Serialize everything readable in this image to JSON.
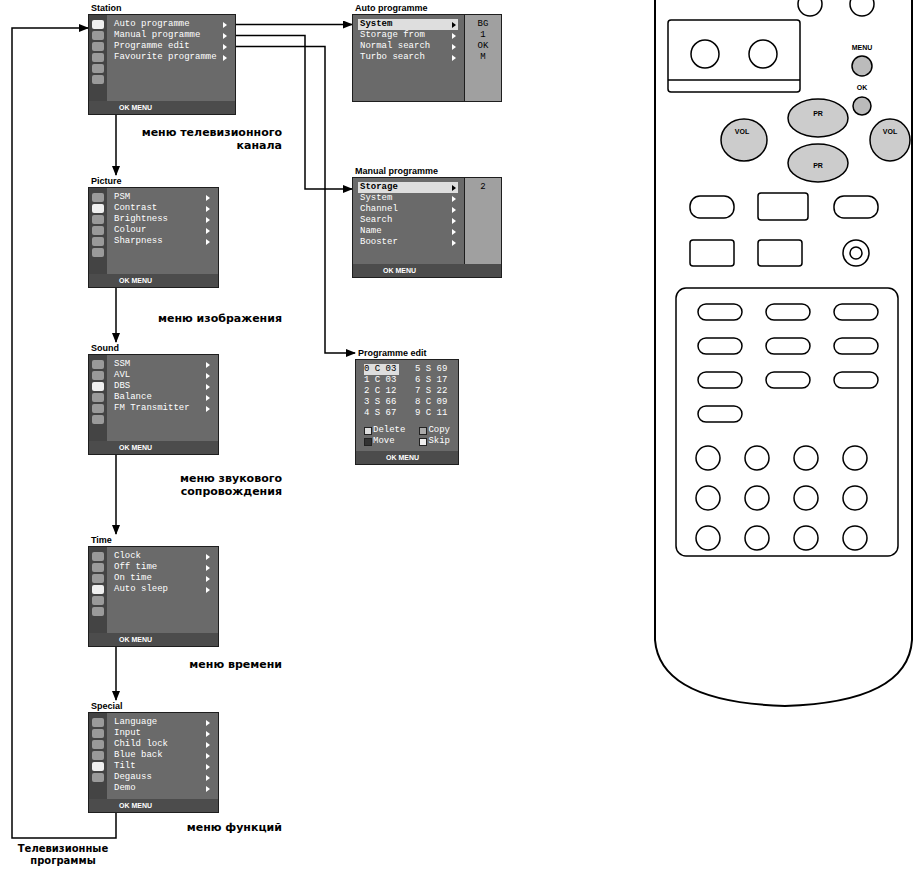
{
  "diagram": {
    "nodes": [
      {
        "text": [
          "Station",
          "Auto programme",
          "Manual programme",
          "Programme edit",
          "Favourite programme",
          "OK MENU"
        ]
      },
      {
        "text": [
          "Picture",
          "PSM",
          "Contrast",
          "Brightness",
          "Colour",
          "Sharpness",
          "OK MENU"
        ]
      },
      {
        "text": [
          "Sound",
          "SSM",
          "AVL",
          "DBS",
          "Balance",
          "FM Transmitter",
          "OK MENU"
        ]
      },
      {
        "text": [
          "Time",
          "Clock",
          "Off time",
          "On time",
          "Auto sleep",
          "OK MENU"
        ]
      },
      {
        "text": [
          "Special",
          "Language",
          "Input",
          "Child lock",
          "Blue back",
          "Tilt",
          "Degauss",
          "Demo",
          "OK MENU"
        ]
      },
      {
        "text": [
          "Auto programme",
          "System",
          "Storage from",
          "Normal search",
          "Turbo search",
          "BG",
          "1",
          "OK",
          "M"
        ]
      },
      {
        "text": [
          "Manual programme",
          "Storage",
          "System",
          "Channel",
          "Search",
          "Name",
          "Booster",
          "2",
          "OK MENU"
        ]
      },
      {
        "text": [
          "Programme edit",
          "0 C 03",
          "5 S 69",
          "1 C 03",
          "6 S 17",
          "2 C 12",
          "7 S 22",
          "3 S 66",
          "8 C 09",
          "4 S 67",
          "9 C 11",
          "Delete",
          "Copy",
          "Move",
          "Skip",
          "OK MENU"
        ]
      }
    ],
    "edges": [
      {
        "from": 0,
        "to": 1,
        "arrow": "to"
      },
      {
        "from": 1,
        "to": 2,
        "arrow": "to"
      },
      {
        "from": 2,
        "to": 3,
        "arrow": "to"
      },
      {
        "from": 3,
        "to": 4,
        "arrow": "to"
      },
      {
        "from": 4,
        "to": 0,
        "arrow": "to"
      },
      {
        "from": 0,
        "to": 5,
        "arrow": "to"
      },
      {
        "from": 0,
        "to": 6,
        "arrow": "to"
      },
      {
        "from": 0,
        "to": 7,
        "arrow": "to"
      }
    ],
    "labels": [
      "меню телевизионного канала",
      "меню изображения",
      "меню звукового сопровождения",
      "меню времени",
      "меню функций",
      "Телевизионные программы",
      "MENU",
      "OK",
      "PR",
      "PR",
      "VOL",
      "VOL"
    ]
  }
}
